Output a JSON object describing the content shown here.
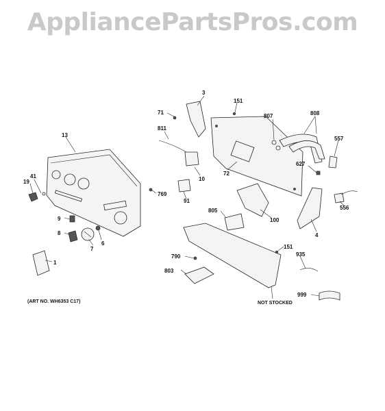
{
  "watermark": "AppliancePartsPros.com",
  "art_note": "(ART NO. WH6353 C17)",
  "not_stocked": "NOT STOCKED",
  "callouts": {
    "c3": "3",
    "c71": "71",
    "c151a": "151",
    "c807": "807",
    "c808": "808",
    "c811": "811",
    "c557": "557",
    "c13": "13",
    "c627": "627",
    "c72": "72",
    "c10": "10",
    "c41": "41",
    "c19": "19",
    "c769": "769",
    "c91": "91",
    "c556": "556",
    "c805": "805",
    "c100": "100",
    "c9": "9",
    "c4": "4",
    "c8": "8",
    "c6": "6",
    "c7": "7",
    "c151b": "151",
    "c790": "790",
    "c935": "935",
    "c1": "1",
    "c803": "803",
    "c999": "999"
  }
}
